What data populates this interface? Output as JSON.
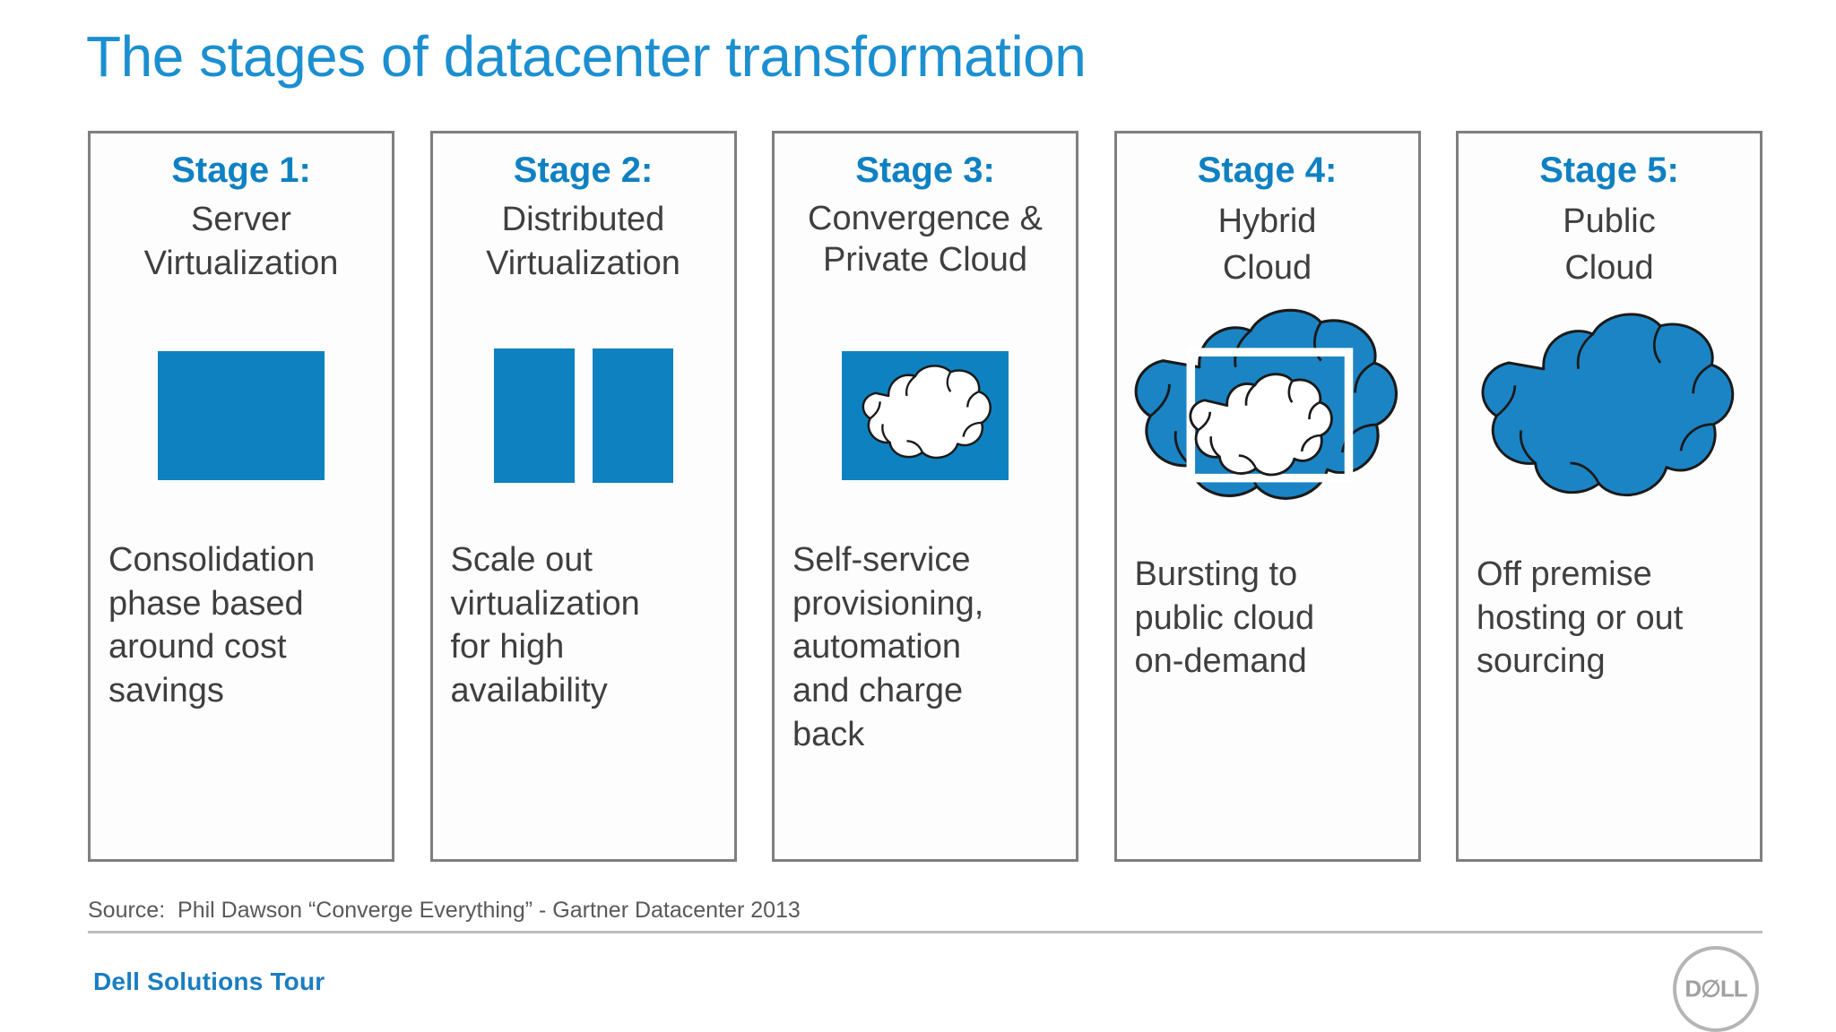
{
  "slide": {
    "title": "The stages of datacenter transformation",
    "title_color": "#1b8fd0",
    "accent_blue": "#0f81c2",
    "graphic_blue": "#0e82c0",
    "body_gray": "#3f3f3f",
    "panel_border_gray": "#7f7f7f"
  },
  "stages": [
    {
      "heading": "Stage 1:",
      "subtitle": "Server\nVirtualization",
      "graphic": "single-blue-rectangle-icon",
      "body": "Consolidation\nphase based\naround cost\nsavings"
    },
    {
      "heading": "Stage 2:",
      "subtitle": "Distributed\nVirtualization",
      "graphic": "two-blue-rectangles-icon",
      "body": "Scale out\nvirtualization\nfor high\navailability"
    },
    {
      "heading": "Stage 3:",
      "subtitle": "Convergence &\nPrivate Cloud",
      "graphic": "white-cloud-in-blue-square-icon",
      "body": "Self-service\nprovisioning,\nautomation\nand charge\nback"
    },
    {
      "heading": "Stage 4:",
      "subtitle": "Hybrid\nCloud",
      "graphic": "blue-cloud-with-framed-white-cloud-icon",
      "body": "Bursting to\npublic cloud\non-demand"
    },
    {
      "heading": "Stage 5:",
      "subtitle": "Public\nCloud",
      "graphic": "solid-blue-cloud-icon",
      "body": "Off premise\nhosting or out\nsourcing"
    }
  ],
  "source": "Source:  Phil Dawson “Converge Everything” - Gartner Datacenter 2013",
  "footer": {
    "brand": "Dell Solutions Tour",
    "logo_text": "D∅LL"
  }
}
